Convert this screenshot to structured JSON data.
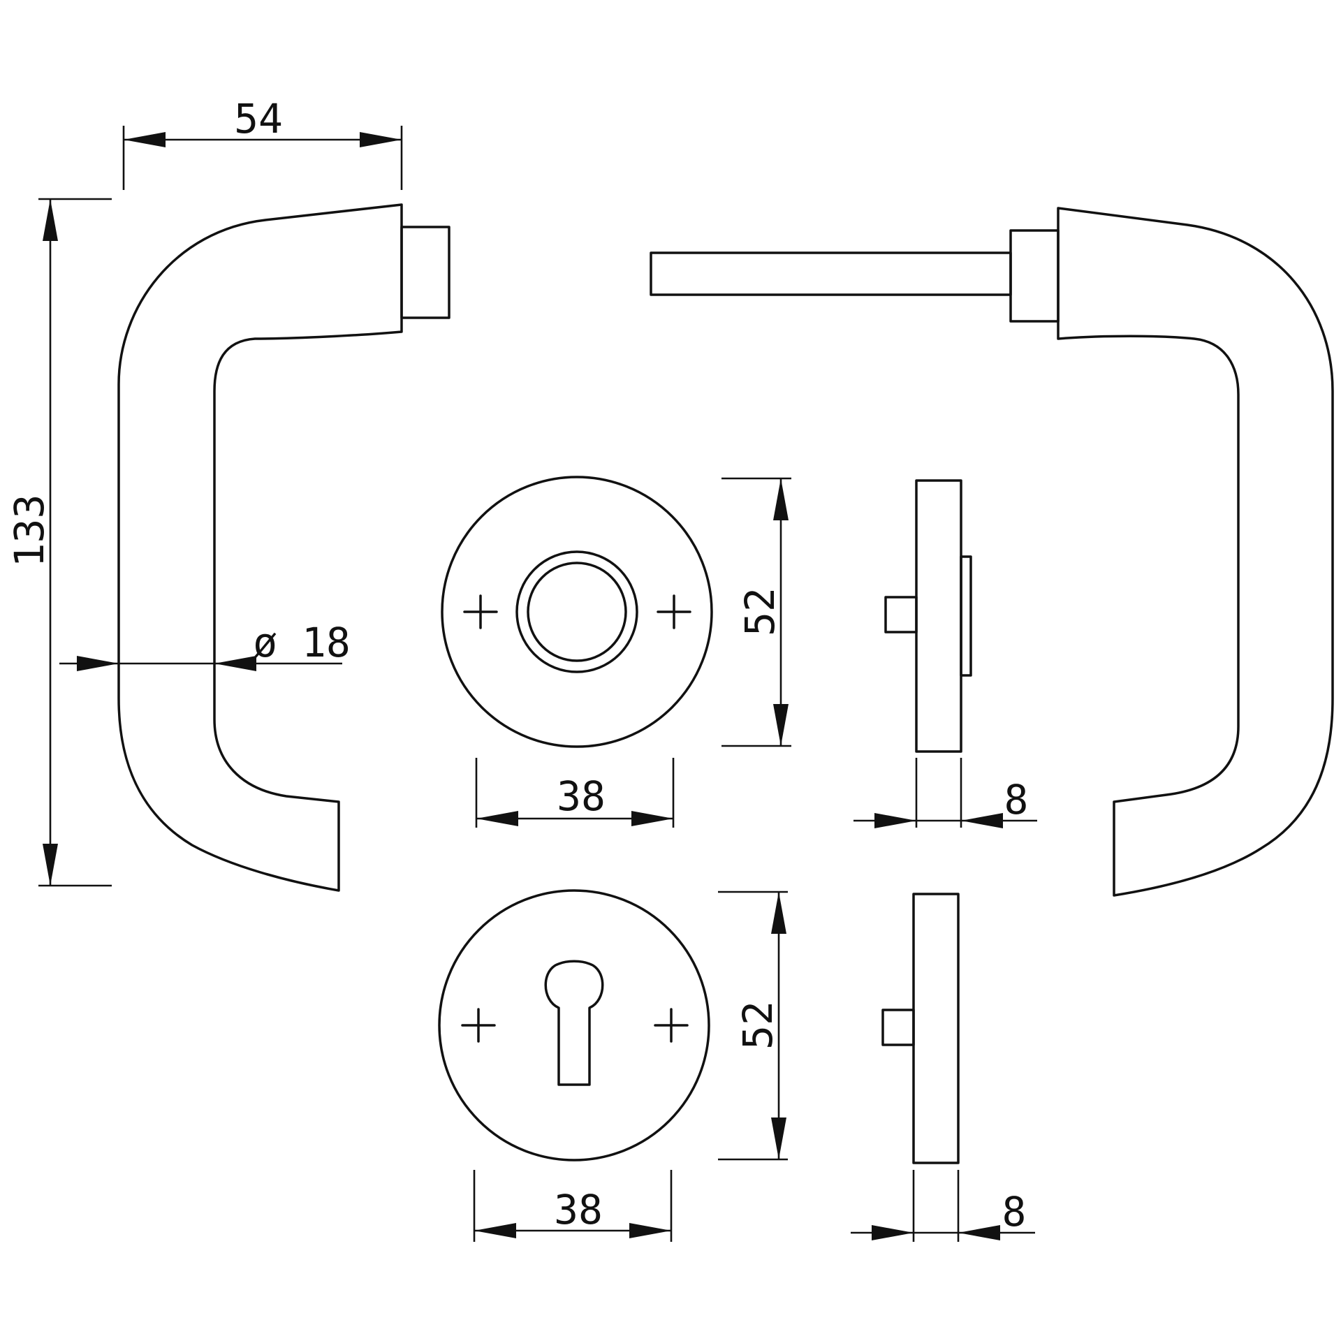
{
  "drawing": {
    "stroke_color": "#111111",
    "background": "#ffffff",
    "dimensions": {
      "handle_length": "54",
      "handle_height": "133",
      "handle_diameter": "ø 18",
      "rose_diameter": "52",
      "rose_width": "38",
      "rose_thickness": "8",
      "escutcheon_diameter": "52",
      "escutcheon_width": "38",
      "escutcheon_thickness": "8"
    },
    "icons": {
      "screw_mark": "plus",
      "keyhole": "keyhole-outline"
    }
  }
}
